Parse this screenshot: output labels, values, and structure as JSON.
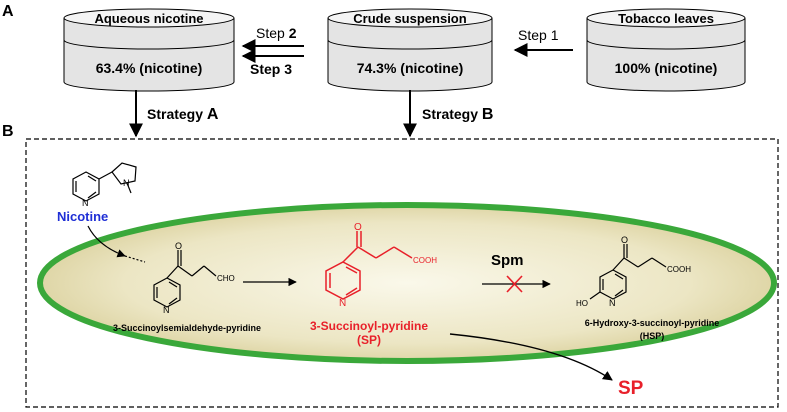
{
  "panels": {
    "a": "A",
    "b": "B"
  },
  "stages": [
    {
      "title": "Aqueous nicotine",
      "value": "63.4% (nicotine)"
    },
    {
      "title": "Crude suspension",
      "value": "74.3% (nicotine)"
    },
    {
      "title": "Tobacco leaves",
      "value": "100% (nicotine)"
    }
  ],
  "steps": {
    "step1": "Step 1",
    "step2_word": "Step ",
    "step2_num": "2",
    "step3": "Step 3"
  },
  "strategies": {
    "a_word": "Strategy ",
    "a_letter": "A",
    "b_word": "Strategy ",
    "b_letter": "B"
  },
  "molecules": {
    "nicotine": "Nicotine",
    "nicotine_n_label": "N",
    "nicotine_ring_n": "N",
    "intermediate_name": "3-Succinoylsemialdehyde-pyridine",
    "intermediate_group": "CHO",
    "sp_name": "3-Succinoyl-pyridine",
    "sp_abbr": "(SP)",
    "sp_group": "COOH",
    "hsp_name": "6-Hydroxy-3-succinoyl-pyridine",
    "hsp_abbr": "(HSP)",
    "hsp_group": "COOH",
    "hsp_ho": "HO",
    "o": "O",
    "n": "N"
  },
  "enzyme": "Spm",
  "product": "SP",
  "colors": {
    "red": "#e8202a",
    "blue": "#1f2fd6",
    "green": "#3aa83a",
    "cell_inner": "#ece6c4",
    "cell_center": "#faf8ea",
    "cylinder": "#e4e4e4"
  }
}
